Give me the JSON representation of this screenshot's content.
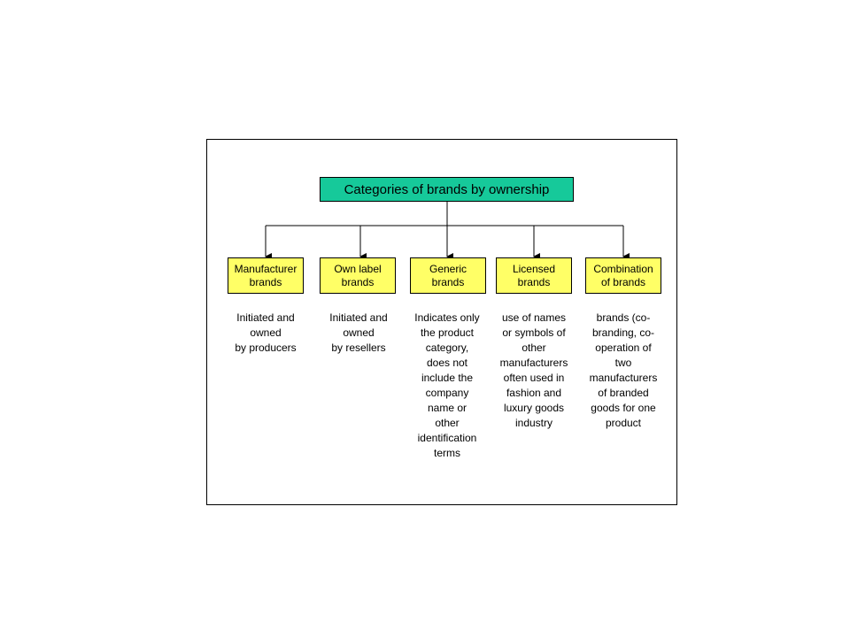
{
  "title": "Categories of brands by ownership",
  "colors": {
    "title_fill": "#16c99a",
    "category_fill": "#ffff66",
    "border": "#000000"
  },
  "categories": [
    {
      "label_lines": [
        "Manufacturer",
        "brands"
      ],
      "description_lines": [
        "Initiated and",
        "owned",
        "by producers"
      ]
    },
    {
      "label_lines": [
        "Own label",
        "brands"
      ],
      "description_lines": [
        "Initiated and",
        "owned",
        "by resellers"
      ]
    },
    {
      "label_lines": [
        "Generic",
        "brands"
      ],
      "description_lines": [
        "Indicates only",
        "the product",
        "category,",
        "does not",
        "include the",
        "company",
        "name or",
        "other",
        "identification",
        "terms"
      ]
    },
    {
      "label_lines": [
        "Licensed",
        "brands"
      ],
      "description_lines": [
        "use of names",
        "or symbols of",
        "other",
        "manufacturers",
        "often used in",
        "fashion and",
        "luxury goods",
        "industry"
      ]
    },
    {
      "label_lines": [
        "Combination",
        "of brands"
      ],
      "description_lines": [
        "brands (co-",
        "branding, co-",
        "operation of",
        "two",
        "manufacturers",
        "of branded",
        "goods for one",
        "product"
      ]
    }
  ]
}
